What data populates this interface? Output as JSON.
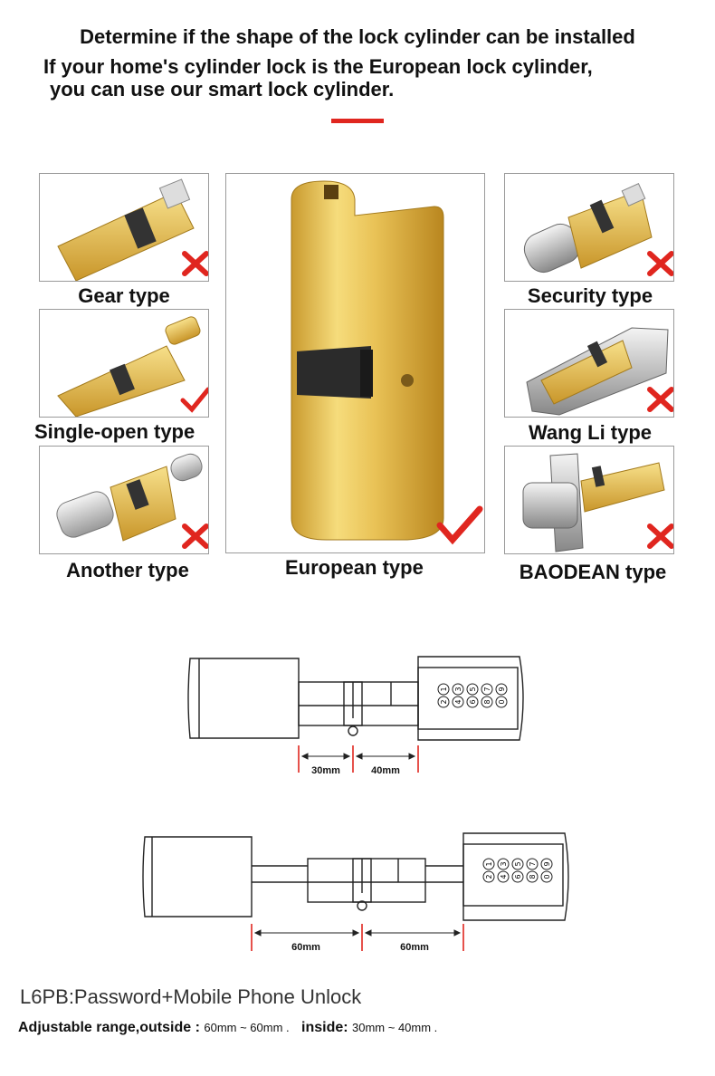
{
  "header": {
    "line1": "Determine if the shape of the lock cylinder can be installed",
    "line2": "If your home's cylinder lock is the European lock cylinder,",
    "line3": "you can use our smart lock cylinder."
  },
  "types": {
    "gear": {
      "label": "Gear type",
      "mark": "cross-icon"
    },
    "single_open": {
      "label": "Single-open type",
      "mark": "check-icon"
    },
    "another": {
      "label": "Another type",
      "mark": "cross-icon"
    },
    "european": {
      "label": "European type",
      "mark": "check-icon"
    },
    "security": {
      "label": "Security type",
      "mark": "cross-icon"
    },
    "wang_li": {
      "label": "Wang Li type",
      "mark": "cross-icon"
    },
    "baodean": {
      "label": "BAODEAN type",
      "mark": "cross-icon"
    }
  },
  "colors": {
    "accent_red": "#e0261f",
    "brass": "#e6c04a",
    "outline": "#222222"
  },
  "diagrams": {
    "inside": {
      "left": "30mm",
      "right": "40mm"
    },
    "outside": {
      "left": "60mm",
      "right": "60mm"
    },
    "keypad_keys": [
      "1",
      "2",
      "3",
      "4",
      "5",
      "6",
      "7",
      "8",
      "9",
      "0"
    ]
  },
  "footer": {
    "model": "L6PB:Password+Mobile Phone Unlock",
    "range_label": "Adjustable range,outside :",
    "outside_value": "60mm ~ 60mm .",
    "inside_label": "inside:",
    "inside_value": "30mm ~ 40mm ."
  }
}
